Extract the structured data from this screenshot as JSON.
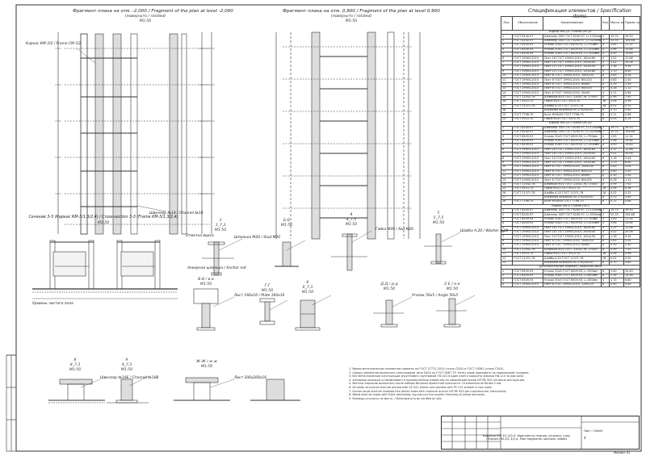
{
  "titles": {
    "plan1": "Фрагмент плана на отм. -2,000 / Fragment of the plan at level -2,000",
    "plan1_sub": "(повернуто / rotated)",
    "plan1_scale": "M1:50",
    "plan2": "Фрагмент плана на отм. 0,900 / Fragment of the plan at level 0,900",
    "plan2_sub": "(повернуто / rotated)",
    "plan2_scale": "M1:50",
    "section": "Сечение 3-3 (Каркас КМ-3/1,3/2,4) / Cross-section 3-3 (Frame KM-3/1,3/2,4)",
    "section_scale": "M1:50",
    "spec": "Спецификация элементов / Specification items"
  },
  "details": [
    {
      "mark": "3",
      "scale_note": "3_7,3",
      "scale": "M1:50"
    },
    {
      "mark": "Б-Б",
      "scale_note": "",
      "scale": "M1:50"
    },
    {
      "mark": "4",
      "scale_note": "4_7,5",
      "scale": "M1:50"
    },
    {
      "mark": "5",
      "scale_note": "5_7,5",
      "scale": "M1:50"
    },
    {
      "mark": "В-В / в-в",
      "scale_note": "",
      "scale": "M1:50"
    },
    {
      "mark": "Г-Г",
      "scale_note": "",
      "scale": "M1:50"
    },
    {
      "mark": "6",
      "scale_note": "6_7,3",
      "scale": "M1:50"
    },
    {
      "mark": "Д-Д / д-д",
      "scale_note": "",
      "scale": "M1:50"
    },
    {
      "mark": "Е-Е / е-е",
      "scale_note": "",
      "scale": "M1:50"
    },
    {
      "mark": "8",
      "scale_note": "8_7,3",
      "scale": "M1:50"
    },
    {
      "mark": "9",
      "scale_note": "9_7,3",
      "scale": "M1:50"
    },
    {
      "mark": "Ж-Ж / ж-ж",
      "scale_note": "",
      "scale": "M1:50"
    }
  ],
  "callouts": [
    "Каркас КМ-3/2 / Frame CM-3/2",
    "Швеллер №18 / Channel №18",
    "Шпилька M20 / Stud M20",
    "Гайка M20 / Nut M20",
    "Шайба A.20 / Washer A.20",
    "Анкерная шпилька / Anchor rod",
    "Лист 160x16 / Plate 160x16",
    "Уголок 50x5 / Angle 50x5",
    "Швеллер №18Б / Channel №18B",
    "Уровень чистого пола",
    "Отметка верха",
    "Лист 200x200x16"
  ],
  "spec": {
    "headers": [
      "Поз.",
      "Обозначение",
      "Наименование",
      "Кол.",
      "Масса ед. кг",
      "Приме-чание"
    ],
    "rows": [
      {
        "g": "Каркас КМ-3/1 / Frame CM-3/1"
      },
      [
        "1",
        "ГОСТ 8240-97",
        "Швеллер 18П ГОСТ 8240-97, L=1250мм",
        "2",
        "19.75",
        "39.50"
      ],
      [
        "2",
        "ГОСТ 8240-97",
        "Швеллер 18П ГОСТ 8240-97, L=3250мм",
        "2",
        "52.33",
        "104.66"
      ],
      [
        "3",
        "ГОСТ 8509-93",
        "Уголок 50x5 ГОСТ 8509-93, L=750мм",
        "4",
        "2.83",
        "11.32"
      ],
      [
        "4",
        "ГОСТ 8509-93",
        "Уголок 50x5 ГОСТ 8509-93, L=1050мм",
        "4",
        "3.96",
        "15.84"
      ],
      [
        "5",
        "ГОСТ 8509-93",
        "Уголок 50x5 ГОСТ 8509-93, L=1300мм",
        "4",
        "4.90",
        "19.60"
      ],
      [
        "6",
        "ГОСТ 19903-2015",
        "Лист 16 ГОСТ 19903-2015, 160x160",
        "4",
        "3.22",
        "12.88"
      ],
      [
        "7",
        "ГОСТ 19903-2015",
        "Лист 16 ГОСТ 19903-2015, 200x200",
        "4",
        "5.02",
        "20.08"
      ],
      [
        "8",
        "ГОСТ 19903-2015",
        "Лист 10 ГОСТ 19903-2015, 100x150",
        "8",
        "1.18",
        "9.44"
      ],
      [
        "9",
        "ГОСТ 19903-2015",
        "Лист 10 ГОСТ 19903-2015, 120x180",
        "4",
        "1.70",
        "6.80"
      ],
      [
        "10",
        "ГОСТ 19903-2015",
        "Лист 8 ГОСТ 19903-2015, 100x100",
        "8",
        "0.63",
        "5.04"
      ],
      [
        "11",
        "ГОСТ 19903-2015",
        "Лист 8 ГОСТ 19903-2015, 80x120",
        "4",
        "0.60",
        "2.40"
      ],
      [
        "12",
        "ГОСТ 19903-2015",
        "Лист 6 ГОСТ 19903-2015, 80x80",
        "8",
        "0.30",
        "2.40"
      ],
      [
        "13",
        "ГОСТ 19903-2015",
        "Лист 6 ГОСТ 19903-2015, 60x100",
        "4",
        "0.28",
        "1.12"
      ],
      [
        "14",
        "ГОСТ 19903-2015",
        "Лист 6 ГОСТ 19903-2015, 50x90",
        "4",
        "0.21",
        "0.84"
      ],
      [
        "15",
        "ГОСТ 22042-76",
        "Шпилька M20 ГОСТ 22042-76, L=400",
        "8",
        "0.99",
        "7.92"
      ],
      [
        "16",
        "ГОСТ 5915-70",
        "Гайка M20 ГОСТ 5915-70",
        "16",
        "0.06",
        "0.96"
      ],
      [
        "17",
        "ГОСТ 11371-78",
        "Шайба A.20 ГОСТ 11371-78",
        "16",
        "0.02",
        "0.32"
      ],
      [
        "18",
        "",
        "Анкерная шпилька HIT-V M20x250",
        "8",
        "0.70",
        "5.60"
      ],
      [
        "19",
        "ГОСТ 7798-70",
        "Болт M16x50 ГОСТ 7798-70",
        "8",
        "0.11",
        "0.88"
      ],
      [
        "20",
        "ГОСТ 5915-70",
        "Гайка M16 ГОСТ 5915-70",
        "8",
        "0.03",
        "0.24"
      ],
      {
        "g": "Каркас КМ-3/2 / Frame CM-3/2"
      },
      [
        "1",
        "ГОСТ 8240-97",
        "Швеллер 18П ГОСТ 8240-97, L=1250мм",
        "2",
        "19.75",
        "39.50"
      ],
      [
        "2",
        "ГОСТ 8240-97",
        "Швеллер 18П ГОСТ 8240-97, L=3250мм",
        "2",
        "52.33",
        "104.66"
      ],
      [
        "3",
        "ГОСТ 8509-93",
        "Уголок 50x5 ГОСТ 8509-93, L=750мм",
        "4",
        "2.83",
        "11.32"
      ],
      [
        "4",
        "ГОСТ 8509-93",
        "Уголок 50x5 ГОСТ 8509-93, L=1050мм",
        "4",
        "3.96",
        "15.84"
      ],
      [
        "5",
        "ГОСТ 8509-93",
        "Уголок 50x5 ГОСТ 8509-93, L=1300мм",
        "4",
        "4.90",
        "19.60"
      ],
      [
        "6",
        "ГОСТ 19903-2015",
        "Лист 16 ГОСТ 19903-2015, 160x160",
        "4",
        "3.22",
        "12.88"
      ],
      [
        "7",
        "ГОСТ 19903-2015",
        "Лист 16 ГОСТ 19903-2015, 200x200",
        "4",
        "5.02",
        "20.08"
      ],
      [
        "8",
        "ГОСТ 19903-2015",
        "Лист 10 ГОСТ 19903-2015, 100x150",
        "8",
        "1.18",
        "9.44"
      ],
      [
        "9",
        "ГОСТ 19903-2015",
        "Лист 10 ГОСТ 19903-2015, 120x180",
        "4",
        "1.70",
        "6.80"
      ],
      [
        "10",
        "ГОСТ 19903-2015",
        "Лист 8 ГОСТ 19903-2015, 100x100",
        "8",
        "0.63",
        "5.04"
      ],
      [
        "11",
        "ГОСТ 19903-2015",
        "Лист 8 ГОСТ 19903-2015, 80x120",
        "4",
        "0.60",
        "2.40"
      ],
      [
        "12",
        "ГОСТ 19903-2015",
        "Лист 6 ГОСТ 19903-2015, 80x80",
        "8",
        "0.30",
        "2.40"
      ],
      [
        "13",
        "ГОСТ 19903-2015",
        "Лист 6 ГОСТ 19903-2015, 60x100",
        "4",
        "0.28",
        "1.12"
      ],
      [
        "14",
        "ГОСТ 22042-76",
        "Шпилька M20 ГОСТ 22042-76, L=400",
        "8",
        "0.99",
        "7.92"
      ],
      [
        "15",
        "ГОСТ 5915-70",
        "Гайка M20 ГОСТ 5915-70",
        "16",
        "0.06",
        "0.96"
      ],
      [
        "16",
        "ГОСТ 11371-78",
        "Шайба A.20 ГОСТ 11371-78",
        "16",
        "0.02",
        "0.32"
      ],
      [
        "17",
        "",
        "Анкерная шпилька HIT-V M20x250",
        "8",
        "0.70",
        "5.60"
      ],
      [
        "18",
        "ГОСТ 7798-70",
        "Болт M16x50 ГОСТ 7798-70",
        "8",
        "0.11",
        "0.88"
      ],
      {
        "g": "Каркас КМ-4 / Frame CM-4"
      },
      [
        "1",
        "ГОСТ 8240-97",
        "Швеллер 18П ГОСТ 8240-97, L=1250мм",
        "2",
        "19.75",
        "39.50"
      ],
      [
        "2",
        "ГОСТ 8240-97",
        "Швеллер 18П ГОСТ 8240-97, L=3250мм",
        "2",
        "52.33",
        "104.66"
      ],
      [
        "3",
        "ГОСТ 8509-93",
        "Уголок 50x5 ГОСТ 8509-93, L=750мм",
        "4",
        "2.83",
        "11.32"
      ],
      [
        "4",
        "ГОСТ 8509-93",
        "Уголок 50x5 ГОСТ 8509-93, L=1050мм",
        "4",
        "3.96",
        "15.84"
      ],
      [
        "5",
        "ГОСТ 19903-2015",
        "Лист 16 ГОСТ 19903-2015, 160x160",
        "4",
        "3.22",
        "12.88"
      ],
      [
        "6",
        "ГОСТ 19903-2015",
        "Лист 16 ГОСТ 19903-2015, 200x200",
        "4",
        "5.02",
        "20.08"
      ],
      [
        "7",
        "ГОСТ 19903-2015",
        "Лист 10 ГОСТ 19903-2015, 100x150",
        "8",
        "1.18",
        "9.44"
      ],
      [
        "8",
        "ГОСТ 19903-2015",
        "Лист 8 ГОСТ 19903-2015, 100x100",
        "8",
        "0.63",
        "5.04"
      ],
      [
        "9",
        "ГОСТ 19903-2015",
        "Лист 6 ГОСТ 19903-2015, 80x80",
        "8",
        "0.30",
        "2.40"
      ],
      [
        "10",
        "ГОСТ 22042-76",
        "Шпилька M20 ГОСТ 22042-76, L=400",
        "8",
        "0.99",
        "7.92"
      ],
      [
        "11",
        "ГОСТ 5915-70",
        "Гайка M20 ГОСТ 5915-70",
        "16",
        "0.06",
        "0.96"
      ],
      [
        "12",
        "ГОСТ 11371-78",
        "Шайба A.20 ГОСТ 11371-78",
        "16",
        "0.02",
        "0.32"
      ],
      [
        "13",
        "",
        "Анкерная шпилька HIT-V M20x250",
        "8",
        "0.70",
        "5.60"
      ],
      {
        "g": "Дополнительные изделия / Additional items"
      },
      [
        "1",
        "ГОСТ 8509-93",
        "Уголок 50x5 ГОСТ 8509-93, L=900мм",
        "6",
        "3.40",
        "20.40"
      ],
      [
        "2",
        "ГОСТ 8509-93",
        "Уголок 50x5 ГОСТ 8509-93, L=600мм",
        "6",
        "2.26",
        "13.56"
      ],
      [
        "3",
        "ГОСТ 8509-93",
        "Уголок 50x5 ГОСТ 8509-93, L=450мм",
        "4",
        "1.70",
        "6.80"
      ],
      [
        "4",
        "ГОСТ 19903-2015",
        "Лист 8 ГОСТ 19903-2015, 120x120",
        "6",
        "0.90",
        "5.40"
      ]
    ]
  },
  "notes": [
    "1. Марки металлических элементов приняты по ГОСТ 27772-2015 (сталь С245) и ГОСТ 19281 (сталь С345).",
    "2. Сварку элементов выполнять электродами типа Э42А по ГОСТ 9467-75. Катет швов принимать по наименьшей толщине.",
    "3. Все металлические конструкции огрунтовать грунтовкой ГФ-021 в один слой и окрасить эмалью ПФ-115 за два раза.",
    "4. Анкерные шпильки устанавливать в просверленные отверстия на химический анкер HIT-RE 500 согласно инструкции.",
    "5. Монтаж каркасов выполнять после набора бетоном проектной прочности. Отклонения не более 2 мм.",
    "6. All metal structures shall be primed with GF-021 primer and painted with PF-115 enamel in two coats.",
    "7. Anchor studs shall be installed into drilled holes with chemical anchor HIT-RE 500 per manufacturer instructions.",
    "8. Welds shall be made with E42A electrodes; leg size per the smaller thickness of joined elements.",
    "9. Размеры уточнить по месту. / Dimensions to be verified on site."
  ],
  "title_block": {
    "caption": "Каркасы КМ-3/1,3/2,4. Фрагменты планов, сечения, узлы / Frames CM-3/1,3/2,4. Plan fragments, sections, details",
    "sheet_label": "Лист / Sheet",
    "sheet_no": "4",
    "format": "Формат A1"
  }
}
